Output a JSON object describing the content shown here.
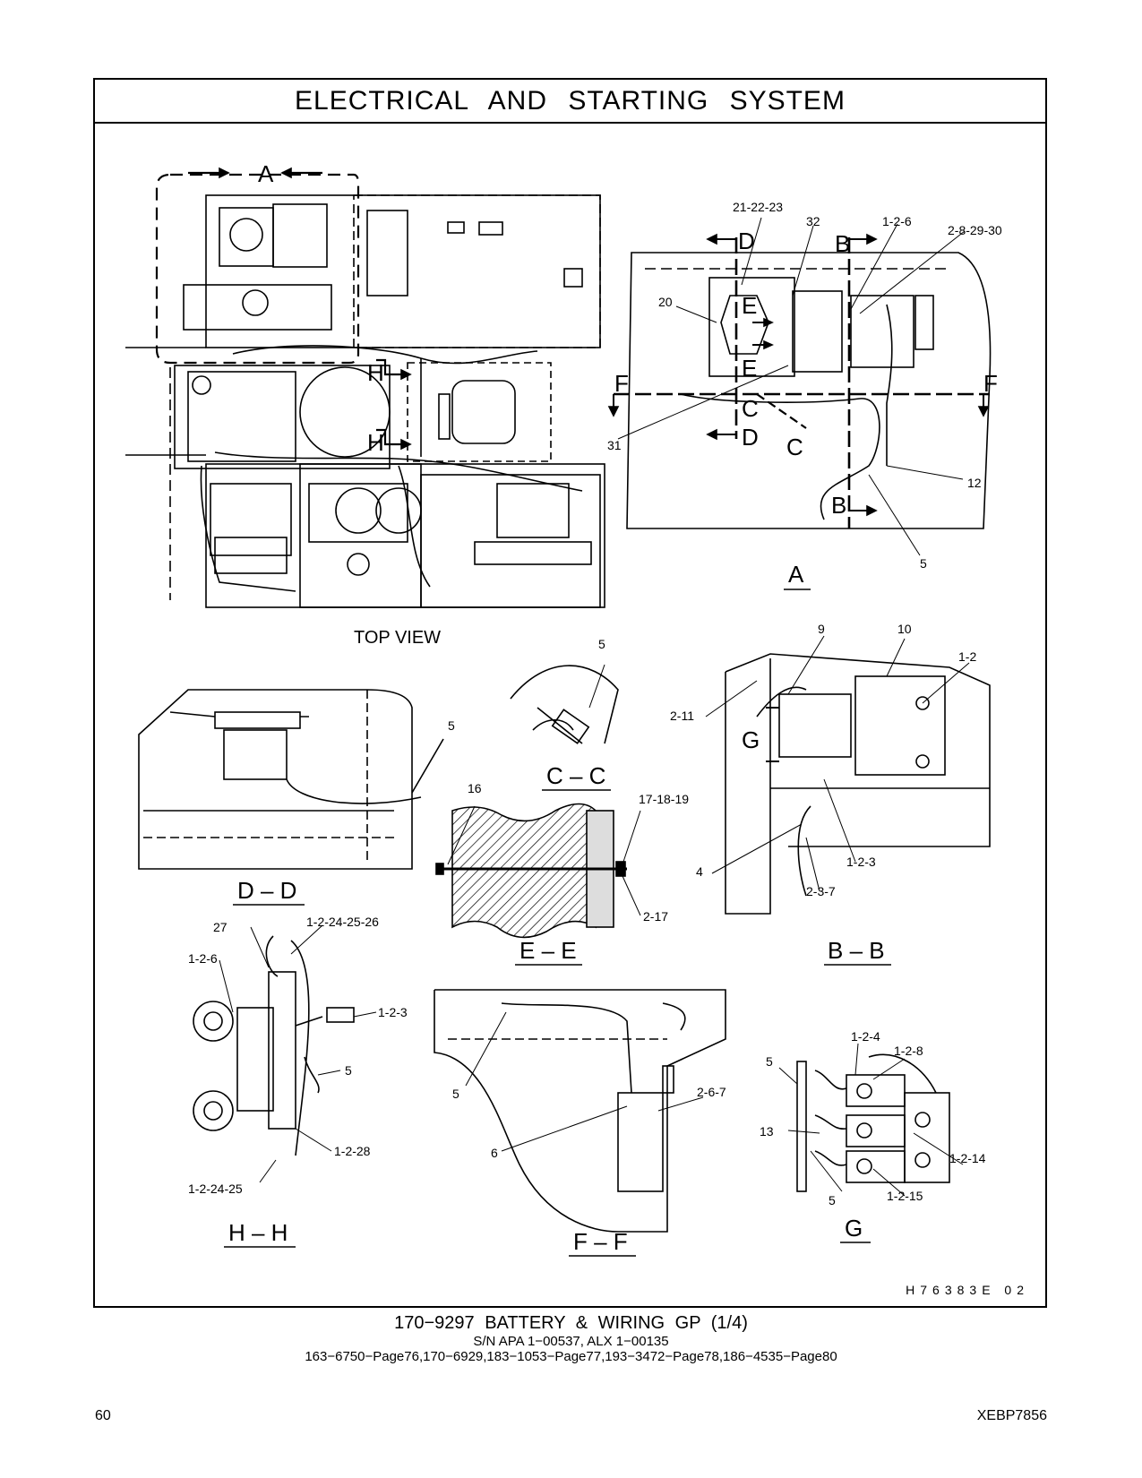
{
  "header": {
    "title": "ELECTRICAL AND STARTING SYSTEM"
  },
  "views": {
    "top_view": "TOP VIEW",
    "view_a": "A",
    "section_dd": "D – D",
    "section_cc": "C – C",
    "section_ee": "E – E",
    "section_bb": "B – B",
    "section_hh": "H – H",
    "section_ff": "F – F",
    "view_g": "G"
  },
  "markers": {
    "a": "A",
    "b": "B",
    "c": "C",
    "d": "D",
    "e": "E",
    "f": "F",
    "h": "H",
    "g": "G"
  },
  "callouts": {
    "c21_22_23": "21-22-23",
    "c32": "32",
    "c1_2_6": "1-2-6",
    "c2_8_29_30": "2-8-29-30",
    "c20": "20",
    "c31": "31",
    "c12": "12",
    "c5": "5",
    "c9": "9",
    "c10": "10",
    "c1_2": "1-2",
    "c2_11": "2-11",
    "c1_2_3": "1-2-3",
    "c4": "4",
    "c2_3_7": "2-3-7",
    "c16": "16",
    "c17_18_19": "17-18-19",
    "c2_17": "2-17",
    "c27": "27",
    "c1_2_24_25_26": "1-2-24-25-26",
    "c1_2_28": "1-2-28",
    "c1_2_24_25": "1-2-24-25",
    "c2_6_7": "2-6-7",
    "c6": "6",
    "c1_2_4": "1-2-4",
    "c1_2_8": "1-2-8",
    "c13": "13",
    "c1_2_14": "1-2-14",
    "c1_2_15": "1-2-15"
  },
  "drawing_code": "H76383E    02",
  "caption": {
    "title": "170−9297  BATTERY & WIRING GP (1/4)",
    "serial": "S/N APA 1−00537, ALX 1−00135",
    "refs": "163−6750−Page76,170−6929,183−1053−Page77,193−3472−Page78,186−4535−Page80"
  },
  "footer": {
    "page_number": "60",
    "doc_code": "XEBP7856"
  }
}
